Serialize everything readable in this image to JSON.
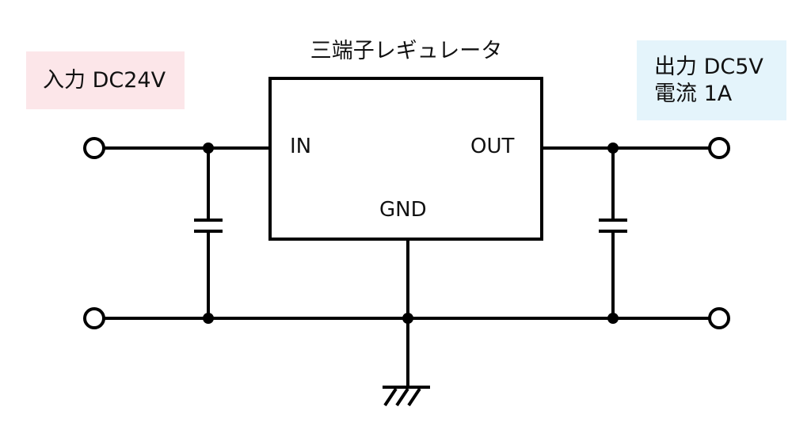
{
  "title": "三端子レギュレータ",
  "input_label": {
    "line1": "入力 DC24V",
    "background": "#fce6e9"
  },
  "output_label": {
    "line1": "出力 DC5V",
    "line2": "電流 1A",
    "background": "#e4f4fb"
  },
  "regulator": {
    "pins": {
      "in": "IN",
      "out": "OUT",
      "gnd": "GND"
    }
  },
  "components": [
    {
      "type": "terminal",
      "name": "input-positive-terminal"
    },
    {
      "type": "terminal",
      "name": "input-ground-terminal"
    },
    {
      "type": "terminal",
      "name": "output-positive-terminal"
    },
    {
      "type": "terminal",
      "name": "output-ground-terminal"
    },
    {
      "type": "capacitor",
      "name": "input-capacitor"
    },
    {
      "type": "capacitor",
      "name": "output-capacitor"
    },
    {
      "type": "ground",
      "name": "ground-symbol"
    }
  ],
  "colors": {
    "stroke": "#000000"
  }
}
